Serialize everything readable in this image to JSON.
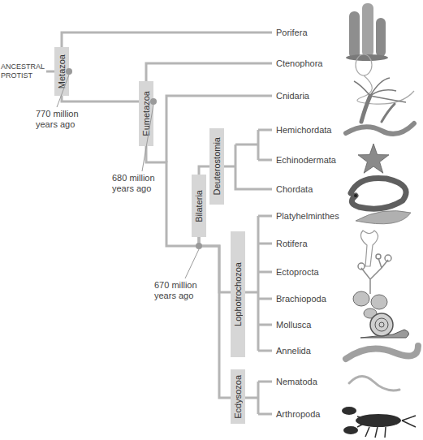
{
  "diagram": {
    "nodes": [
      {
        "text": [
          "Metazoa"
        ]
      },
      {
        "text": [
          "Eumetazoa"
        ]
      },
      {
        "text": [
          "Deuterostomia"
        ]
      },
      {
        "text": [
          "Bilateria"
        ]
      },
      {
        "text": [
          "Lophotrochozoa"
        ]
      },
      {
        "text": [
          "Ecdysozoa"
        ]
      }
    ],
    "edges": [
      {
        "from": 0,
        "to": 1,
        "arrow": "none"
      },
      {
        "from": 1,
        "to": 3,
        "arrow": "none"
      },
      {
        "from": 3,
        "to": 2,
        "arrow": "none"
      },
      {
        "from": 3,
        "to": 4,
        "arrow": "none"
      },
      {
        "from": 3,
        "to": 5,
        "arrow": "none"
      }
    ],
    "labels": [
      "ANCESTRAL PROTIST",
      "770 million years ago",
      "680 million years ago",
      "670 million years ago",
      "Porifera",
      "Ctenophora",
      "Cnidaria",
      "Hemichordata",
      "Echinodermata",
      "Chordata",
      "Platyhelminthes",
      "Rotifera",
      "Ectoprocta",
      "Brachiopoda",
      "Mollusca",
      "Annelida",
      "Nematoda",
      "Arthropoda"
    ]
  }
}
